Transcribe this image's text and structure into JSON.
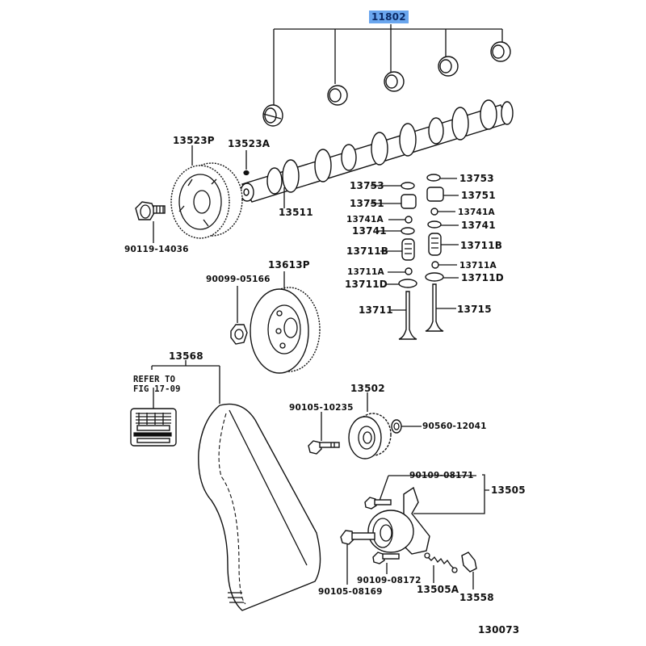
{
  "diagram": {
    "type": "exploded-parts-diagram",
    "figure_number": "130073",
    "note": {
      "line1": "REFER TO",
      "line2": "FIG 17-09"
    },
    "highlighted_part": "11802",
    "parts": {
      "p11802": "11802",
      "p13523P": "13523P",
      "p13523A": "13523A",
      "p13511": "13511",
      "p90119_14036": "90119-14036",
      "p13613P": "13613P",
      "p90099_05166": "90099-05166",
      "p13568": "13568",
      "p13502": "13502",
      "p90105_10235": "90105-10235",
      "p90560_12041": "90560-12041",
      "p90109_08171": "90109-08171",
      "p13505": "13505",
      "p90109_08172": "90109-08172",
      "p90105_08169": "90105-08169",
      "p13505A": "13505A",
      "p13558": "13558",
      "left_valve": {
        "p13753": "13753",
        "p13751": "13751",
        "p13741A": "13741A",
        "p13741": "13741",
        "p13711B": "13711B",
        "p13711A": "13711A",
        "p13711D": "13711D",
        "p13711": "13711"
      },
      "right_valve": {
        "p13753": "13753",
        "p13751": "13751",
        "p13741A": "13741A",
        "p13741": "13741",
        "p13711B": "13711B",
        "p13711A": "13711A",
        "p13711D": "13711D",
        "p13715": "13715"
      }
    }
  }
}
